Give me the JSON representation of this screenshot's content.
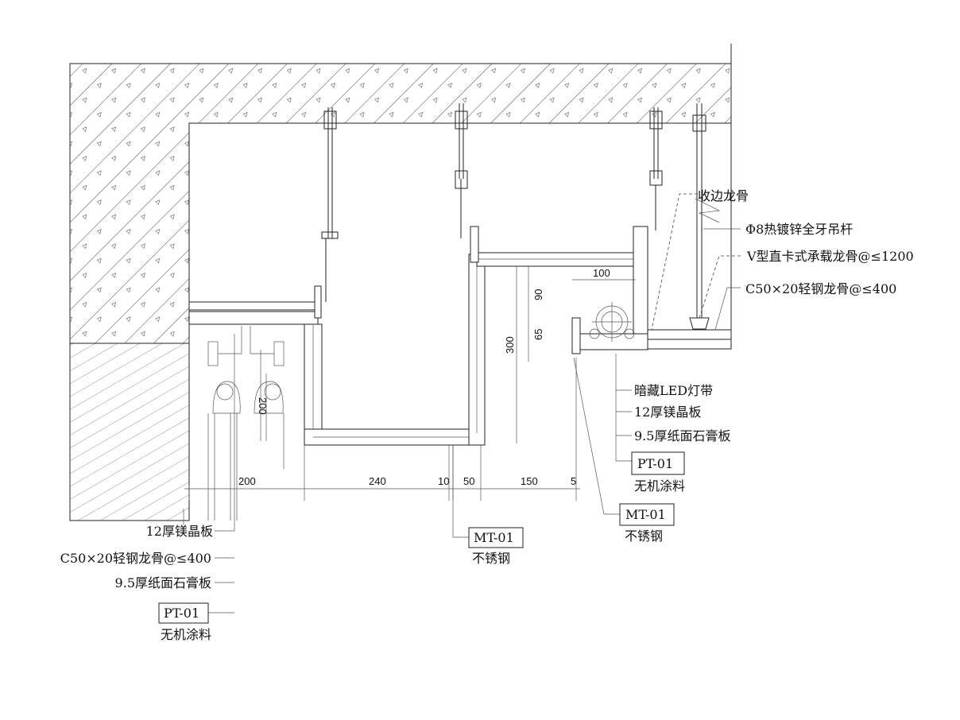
{
  "dimensions": {
    "horizontal": [
      "200",
      "240",
      "10",
      "50",
      "150",
      "5"
    ],
    "vertical": [
      "200",
      "300",
      "90",
      "65"
    ],
    "cove_width": "100"
  },
  "labels_top_right": [
    "收边龙骨",
    "Φ8热镀锌全牙吊杆",
    "V型直卡式承载龙骨@≤1200",
    "C50×20轻钢龙骨@≤400"
  ],
  "labels_right": {
    "items": [
      "暗藏LED灯带",
      "12厚镁晶板",
      "9.5厚纸面石膏板"
    ],
    "pt_code": "PT-01",
    "pt_name": "无机涂料",
    "mt_code": "MT-01",
    "mt_name": "不锈钢"
  },
  "labels_center": {
    "mt_code": "MT-01",
    "mt_name": "不锈钢"
  },
  "labels_left": {
    "items": [
      "12厚镁晶板",
      "C50×20轻钢龙骨@≤400",
      "9.5厚纸面石膏板"
    ],
    "pt_code": "PT-01",
    "pt_name": "无机涂料"
  }
}
